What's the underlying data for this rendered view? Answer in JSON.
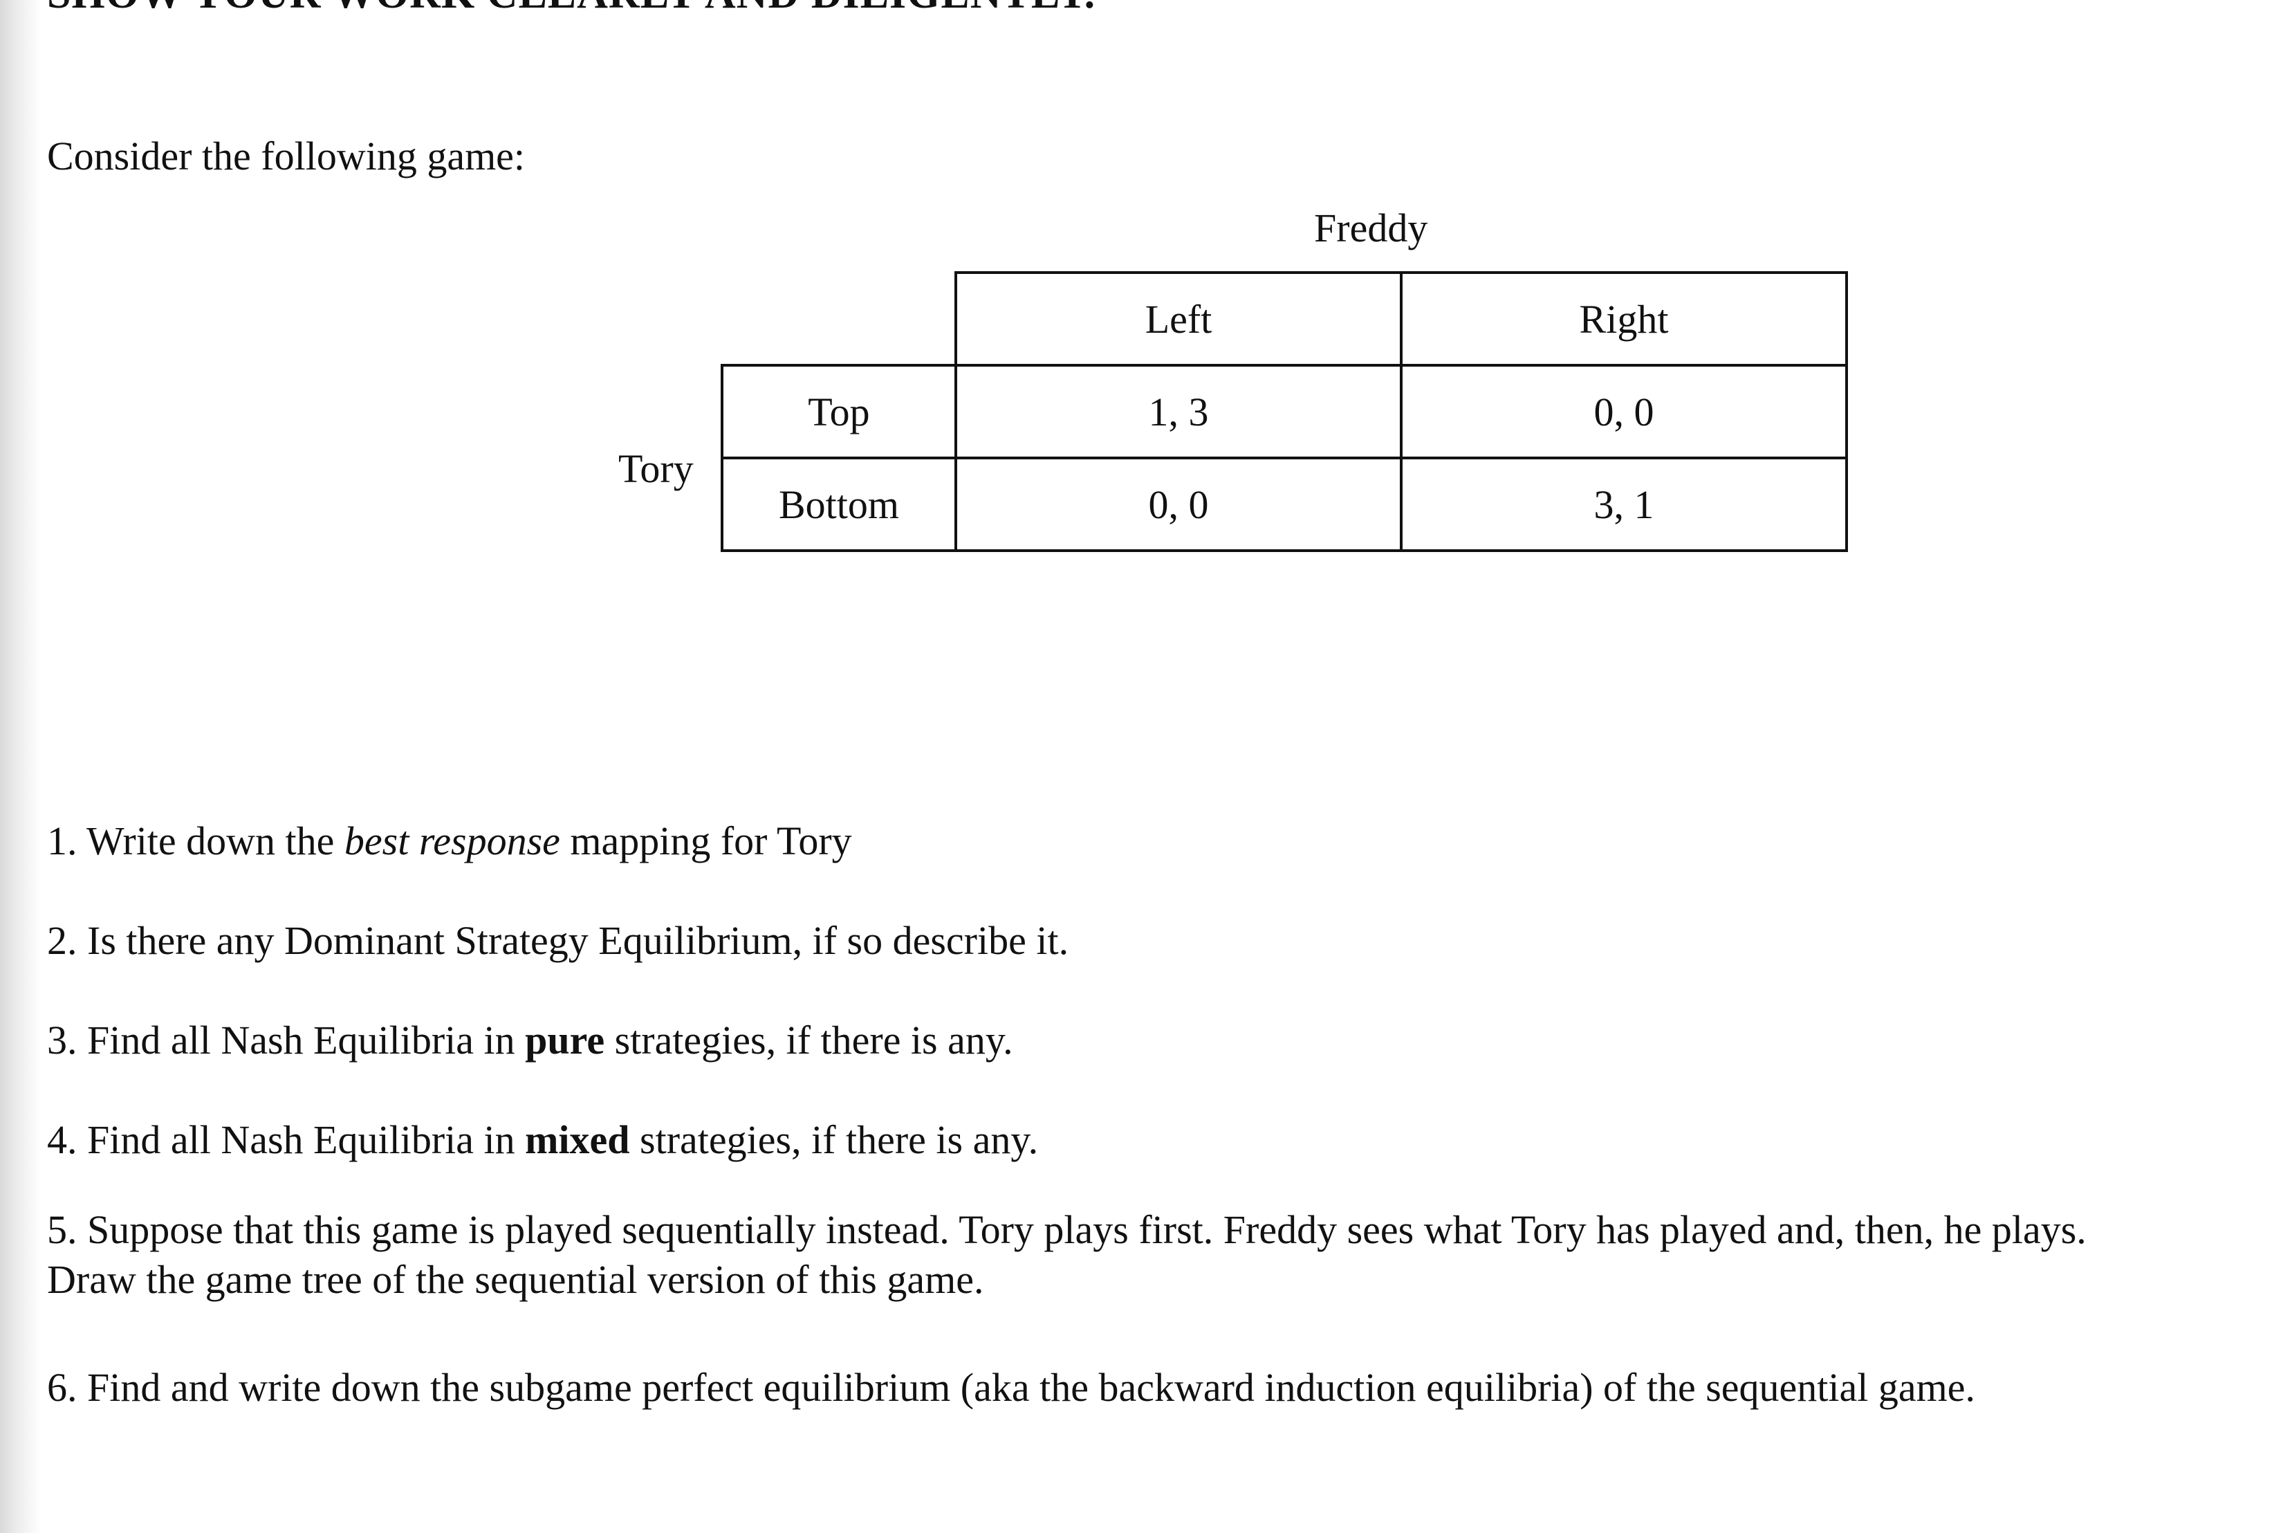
{
  "header": "SHOW YOUR WORK CLEARLY AND DILIGENTLY.",
  "intro": "Consider the following game:",
  "game": {
    "column_player": "Freddy",
    "row_player": "Tory",
    "column_strategies": [
      "Left",
      "Right"
    ],
    "rows": [
      {
        "strategy": "Top",
        "payoffs": [
          "1, 3",
          "0, 0"
        ]
      },
      {
        "strategy": "Bottom",
        "payoffs": [
          "0, 0",
          "3, 1"
        ]
      }
    ]
  },
  "questions": {
    "q1": {
      "before": "1. Write down the ",
      "emphasis": "best response",
      "after": " mapping for Tory"
    },
    "q2": "2. Is there any Dominant Strategy Equilibrium, if so describe it.",
    "q3": {
      "before": "3. Find all Nash Equilibria in ",
      "bold": "pure",
      "after": " strategies, if there is any."
    },
    "q4": {
      "before": "4.  Find all Nash Equilibria in ",
      "bold": "mixed",
      "after": " strategies, if there is any."
    },
    "q5": {
      "line1": "5.  Suppose that this game is played sequentially instead. Tory plays first. Freddy sees what Tory has played and, then, he plays.",
      "line2": "Draw the game tree of the sequential version of this game."
    },
    "q6": "6. Find and write down the subgame perfect equilibrium (aka the backward induction equilibria) of the sequential game."
  }
}
